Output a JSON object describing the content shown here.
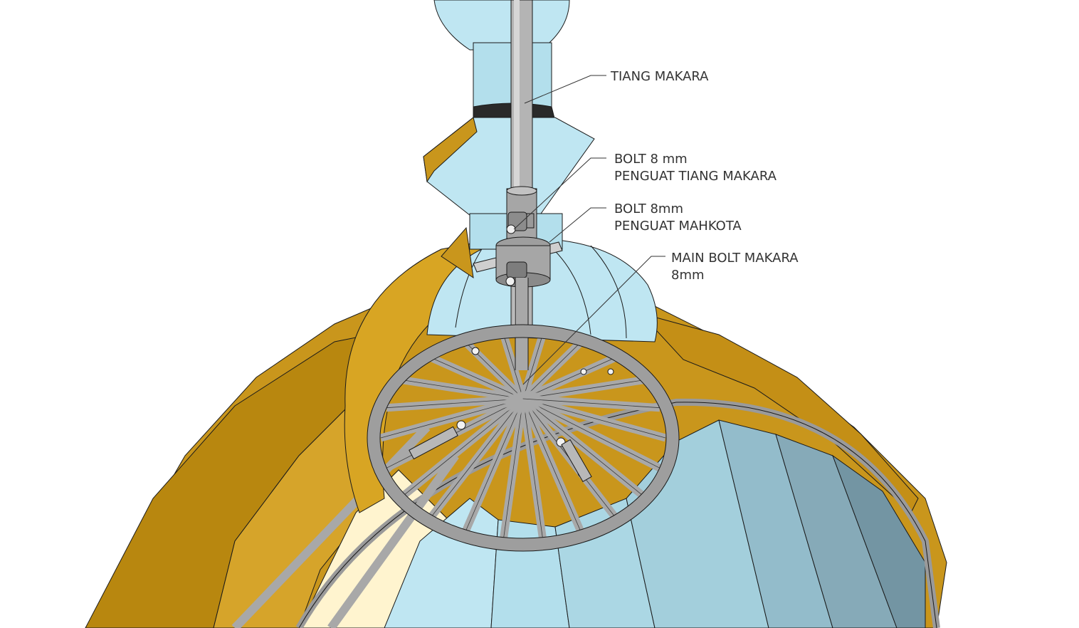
{
  "colors": {
    "background": "#ffffff",
    "gold": "#c9961c",
    "gold_dark": "#a77a12",
    "gold_light": "#e0b03a",
    "cream": "#fff4cf",
    "dome_light": "#bfe6f2",
    "dome_mid": "#a9d3e0",
    "dome_dark": "#7f9fab",
    "steel": "#a8a8a8",
    "steel_dark": "#7d7d7d",
    "line": "#1a1a1a"
  },
  "labels": {
    "tiang_makara": "TIANG MAKARA",
    "bolt_tiang_line1": "BOLT 8 mm",
    "bolt_tiang_line2": "PENGUAT TIANG MAKARA",
    "bolt_mahkota_line1": "BOLT 8mm",
    "bolt_mahkota_line2": "PENGUAT MAHKOTA",
    "main_bolt_line1": "MAIN BOLT MAKARA",
    "main_bolt_line2": "8mm"
  }
}
